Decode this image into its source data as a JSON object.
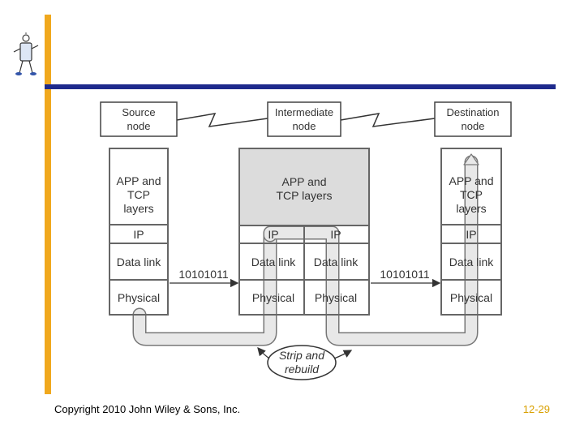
{
  "nodes": {
    "source": [
      "Source",
      "node"
    ],
    "intermediate": [
      "Intermediate",
      "node"
    ],
    "destination": [
      "Destination",
      "node"
    ]
  },
  "stack": {
    "app_tcp": [
      "APP and",
      "TCP",
      "layers"
    ],
    "app_tcp_mid": [
      "APP and",
      "TCP layers"
    ],
    "ip": "IP",
    "data_link": "Data link",
    "physical": "Physical"
  },
  "bits_left": "10101011",
  "bits_right": "10101011",
  "strip_rebuild": [
    "Strip and",
    "rebuild"
  ],
  "footer": {
    "copyright": "Copyright 2010 John Wiley & Sons, Inc.",
    "page": "12-29"
  },
  "colors": {
    "accent_orange": "#F0A81E",
    "accent_navy": "#1E2A8C",
    "page_number": "#D9A000"
  }
}
